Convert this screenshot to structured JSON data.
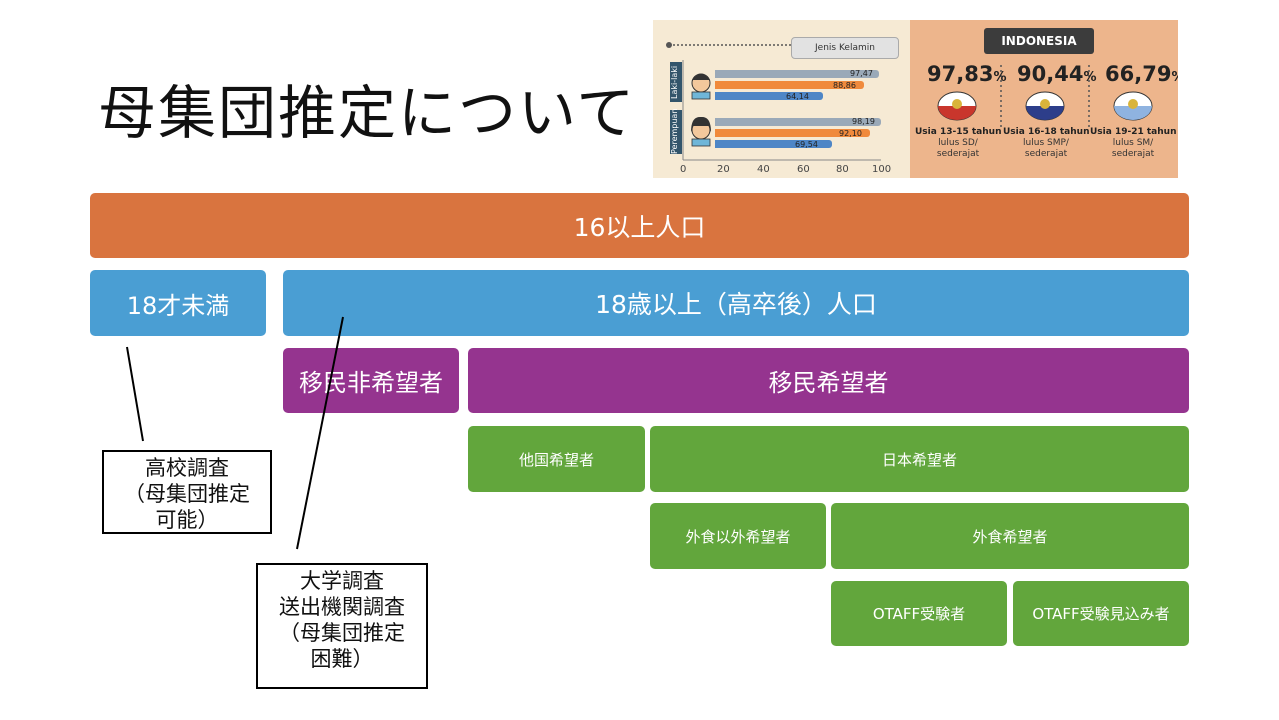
{
  "title": "母集団推定について",
  "infographic": {
    "legend_label": "Jenis Kelamin",
    "country": "INDONESIA",
    "groups": [
      {
        "label": "Laki-laki",
        "values": [
          "97,47",
          "88,86",
          "64,14"
        ]
      },
      {
        "label": "Perempuan",
        "values": [
          "98,19",
          "92,10",
          "69,54"
        ]
      }
    ],
    "axis_ticks": [
      "0",
      "20",
      "40",
      "60",
      "80",
      "100"
    ],
    "stats": [
      {
        "percent": "97,83",
        "unit": "%",
        "age": "Usia 13-15 tahun",
        "edu1": "lulus SD/",
        "edu2": "sederajat"
      },
      {
        "percent": "90,44",
        "unit": "%",
        "age": "Usia 16-18 tahun",
        "edu1": "lulus SMP/",
        "edu2": "sederajat"
      },
      {
        "percent": "66,79",
        "unit": "%",
        "age": "Usia 19-21 tahun",
        "edu1": "lulus SM/",
        "edu2": "sederajat"
      }
    ],
    "colors": {
      "bar1": "#9aa9b8",
      "bar2": "#f08a3c",
      "bar3": "#4e86c6"
    }
  },
  "boxes": {
    "pop16": "16以上人口",
    "under18": "18才未満",
    "over18": "18歳以上（高卒後）人口",
    "non_migrant": "移民非希望者",
    "migrant": "移民希望者",
    "other_country": "他国希望者",
    "japan": "日本希望者",
    "non_food": "外食以外希望者",
    "food": "外食希望者",
    "otaff": "OTAFF受験者",
    "otaff_prospect": "OTAFF受験見込み者"
  },
  "notes": {
    "highschool": [
      "高校調査",
      "（母集団推定",
      "可能）"
    ],
    "university": [
      "大学調査",
      "送出機関調査",
      "（母集団推定",
      "困難）"
    ]
  }
}
